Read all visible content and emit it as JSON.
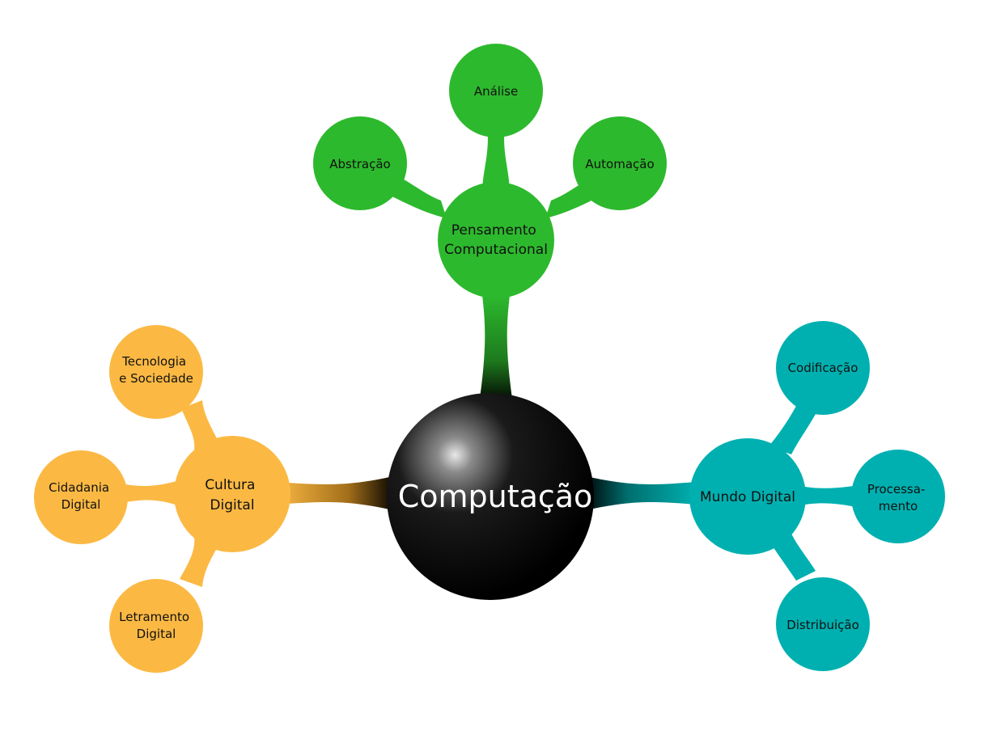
{
  "center": {
    "label": "Computação"
  },
  "colors": {
    "green": "#2db92d",
    "orange": "#fbb944",
    "teal": "#00b0b0",
    "center": "#000000"
  },
  "branches": [
    {
      "key": "pensamento",
      "color": "#2db92d",
      "label_lines": [
        "Pensamento",
        "Computacional"
      ],
      "children": [
        {
          "key": "abstracao",
          "label_lines": [
            "Abstração"
          ]
        },
        {
          "key": "analise",
          "label_lines": [
            "Análise"
          ]
        },
        {
          "key": "automacao",
          "label_lines": [
            "Automação"
          ]
        }
      ]
    },
    {
      "key": "cultura",
      "color": "#fbb944",
      "label_lines": [
        "Cultura",
        "Digital"
      ],
      "children": [
        {
          "key": "tecnologia",
          "label_lines": [
            "Tecnologia",
            "e Sociedade"
          ]
        },
        {
          "key": "cidadania",
          "label_lines": [
            "Cidadania",
            "Digital"
          ]
        },
        {
          "key": "letramento",
          "label_lines": [
            "Letramento",
            "Digital"
          ]
        }
      ]
    },
    {
      "key": "mundo",
      "color": "#00b0b0",
      "label_lines": [
        "Mundo Digital"
      ],
      "children": [
        {
          "key": "codificacao",
          "label_lines": [
            "Codificação"
          ]
        },
        {
          "key": "processamento",
          "label_lines": [
            "Processa-",
            "mento"
          ]
        },
        {
          "key": "distribuicao",
          "label_lines": [
            "Distribuição"
          ]
        }
      ]
    }
  ]
}
